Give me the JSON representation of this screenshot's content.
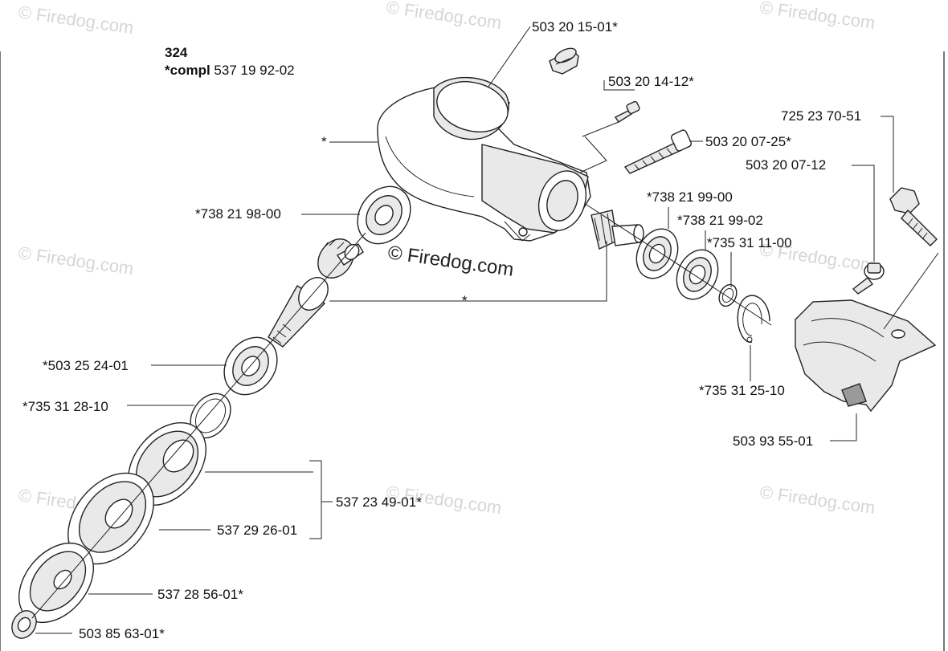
{
  "header": {
    "model": "324",
    "compl_prefix": "*compl",
    "compl_number": "537 19 92-02"
  },
  "watermark": {
    "text": "Firedog.com",
    "symbol": "©",
    "center_text": "© Firedog.com"
  },
  "parts": [
    {
      "id": "p1",
      "label": "503 20 15-01*"
    },
    {
      "id": "p2",
      "label": "503 20 14-12*"
    },
    {
      "id": "p3",
      "label": "725 23 70-51"
    },
    {
      "id": "p4",
      "label": "*"
    },
    {
      "id": "p5",
      "label": "503 20 07-25*"
    },
    {
      "id": "p6",
      "label": "503 20 07-12"
    },
    {
      "id": "p7",
      "label": "*738 21 98-00"
    },
    {
      "id": "p8",
      "label": "*738 21 99-00"
    },
    {
      "id": "p9",
      "label": "*738 21 99-02"
    },
    {
      "id": "p10",
      "label": "*735 31 11-00"
    },
    {
      "id": "p11",
      "label": "*"
    },
    {
      "id": "p12",
      "label": "*503 25 24-01"
    },
    {
      "id": "p13",
      "label": "*735 31 25-10"
    },
    {
      "id": "p14",
      "label": "*735 31 28-10"
    },
    {
      "id": "p15",
      "label": "503 93 55-01"
    },
    {
      "id": "p16",
      "label": "537 23 49-01*"
    },
    {
      "id": "p17",
      "label": "537 29 26-01"
    },
    {
      "id": "p18",
      "label": "537 28 56-01*"
    },
    {
      "id": "p19",
      "label": "503 85 63-01*"
    }
  ]
}
